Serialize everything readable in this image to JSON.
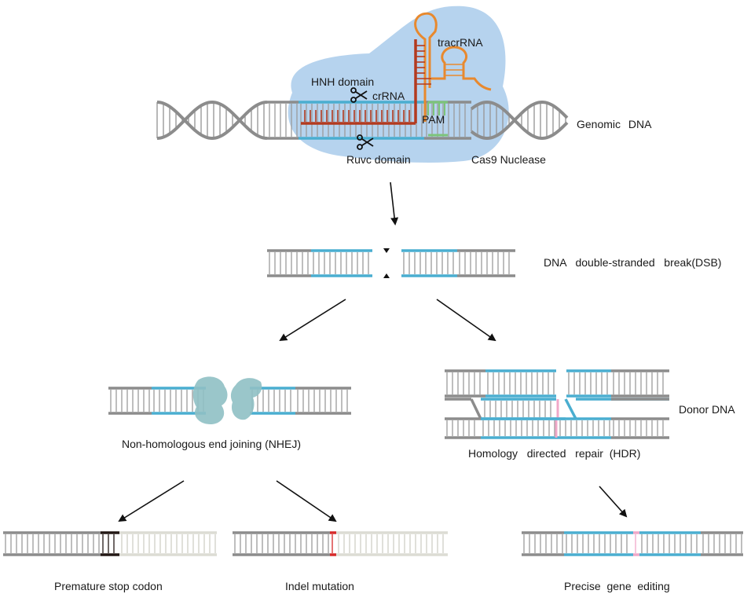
{
  "labels": {
    "tracr_rna": "tracrRNA",
    "hnh_domain": "HNH domain",
    "cr_rna": "crRNA",
    "pam": "PAM",
    "genomic_dna": "Genomic  DNA",
    "ruvc_domain": "Ruvc domain",
    "cas9_nuclease": "Cas9 Nuclease",
    "dsb": "DNA   double-stranded   break(DSB)",
    "nhej": "Non-homologous end joining (NHEJ)",
    "hdr": "Homology   directed   repair  (HDR)",
    "donor_dna": "Donor DNA",
    "premature_stop": "Premature stop codon",
    "indel": "Indel mutation",
    "precise_edit": "Precise  gene  editing"
  },
  "colors": {
    "dna_gray": "#8c8c8c",
    "target_blue": "#4aaed0",
    "cas9_blob": "#a9cbeb",
    "guide_rna_red": "#b33a1f",
    "tracr_orange": "#e8892e",
    "pam_green": "#7cc47a",
    "stop_black": "#231815",
    "indel_red": "#d62a2a",
    "edit_pink": "#f0a8c8",
    "repair_protein": "#8fc0c4",
    "faded_strand": "#dcdcd4"
  },
  "icons": {
    "cut_site_top": "scissors-icon",
    "cut_site_bottom": "scissors-icon"
  }
}
